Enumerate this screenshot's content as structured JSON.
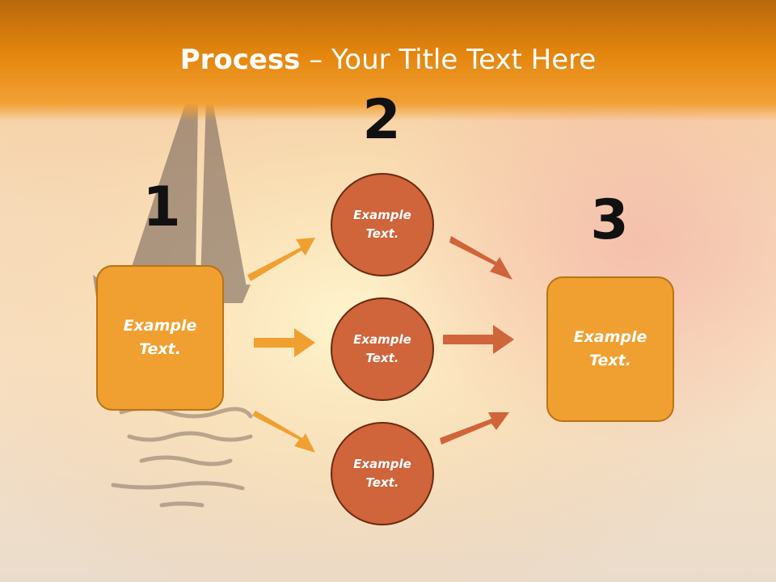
{
  "title": {
    "bold": "Process",
    "rest": " – Your Title Text Here"
  },
  "steps": {
    "one": "1",
    "two": "2",
    "three": "3"
  },
  "boxes": {
    "left": "Example\nText.",
    "right": "Example\nText."
  },
  "circles": [
    "Example\nText.",
    "Example\nText.",
    "Example\nText."
  ],
  "colors": {
    "box_fill": "#f0a030",
    "circle_fill": "#d0643a",
    "arrow_left": "#f0a030",
    "arrow_right": "#d0643a"
  }
}
